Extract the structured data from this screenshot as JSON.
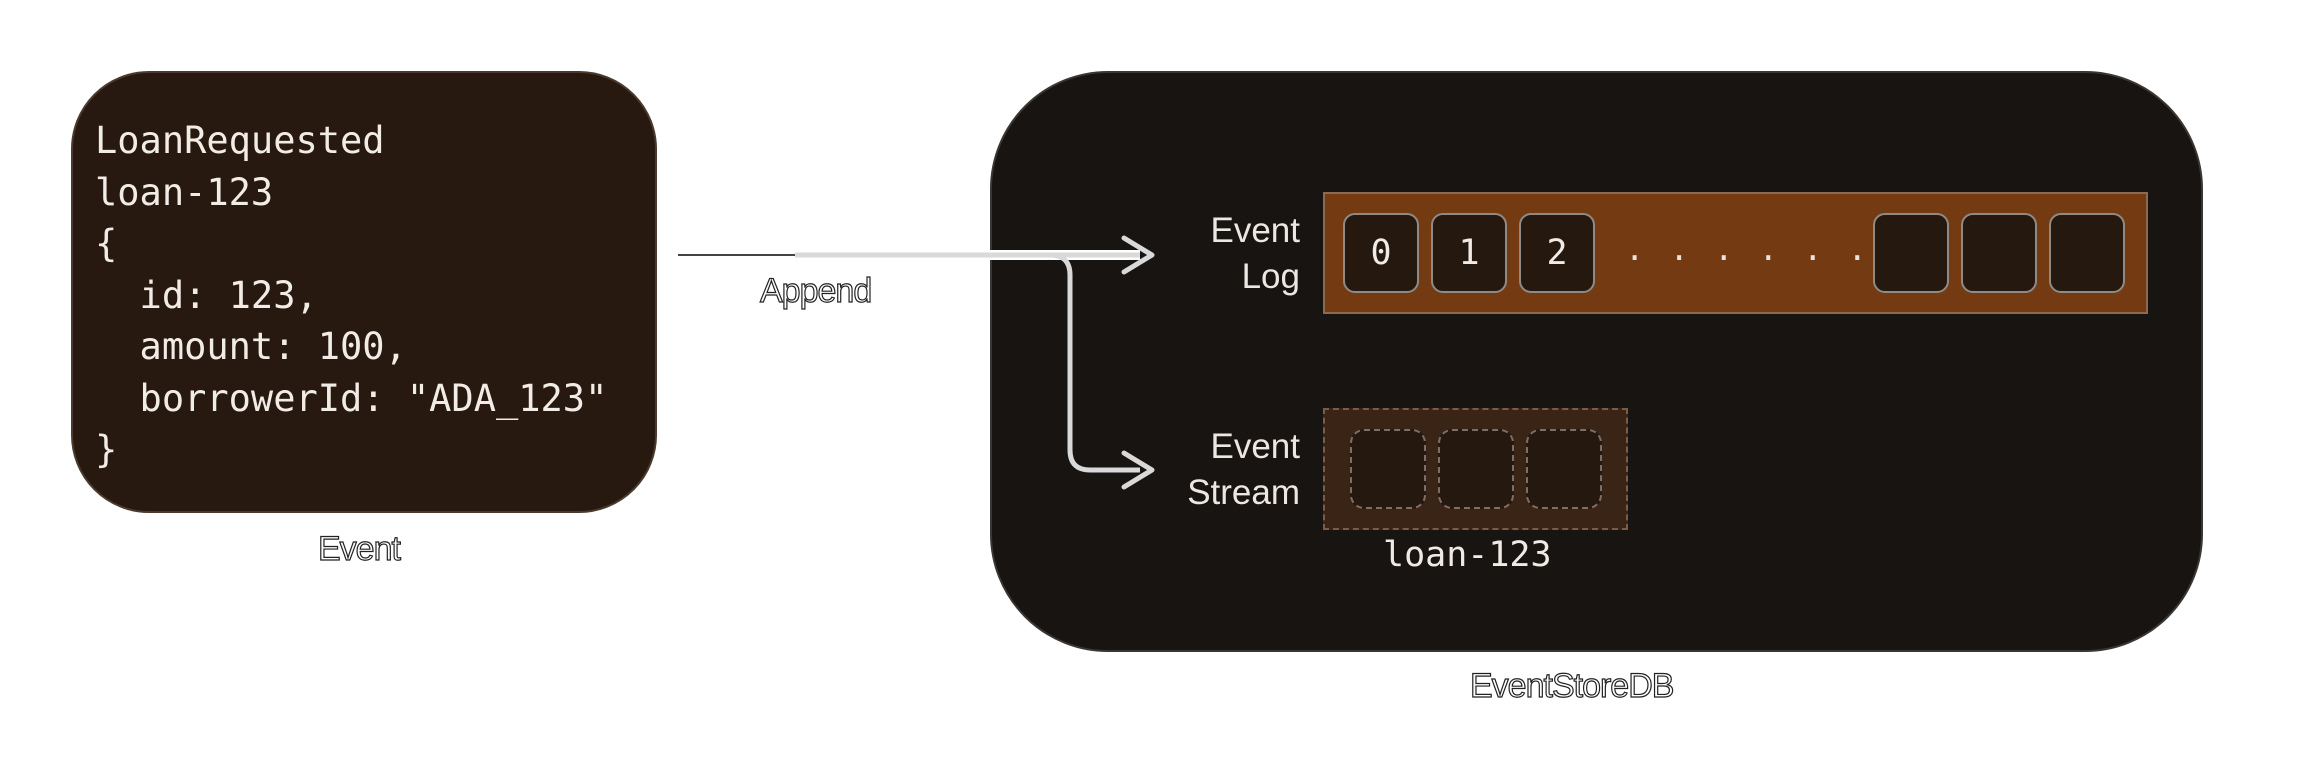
{
  "event": {
    "code_lines": [
      "LoanRequested",
      "loan-123",
      "{",
      "  id: 123,",
      "  amount: 100,",
      "  borrowerId: \"ADA_123\"",
      "}"
    ],
    "caption": "Event"
  },
  "arrow": {
    "label": "Append"
  },
  "store": {
    "caption": "EventStoreDB",
    "log": {
      "label_line1": "Event",
      "label_line2": "Log",
      "cells": [
        "0",
        "1",
        "2"
      ],
      "dots": ". . .  . . .  . . .",
      "trailing_empty_cells": 3
    },
    "stream": {
      "label_line1": "Event",
      "label_line2": "Stream",
      "empty_cells": 3,
      "name": "loan-123"
    }
  },
  "colors": {
    "event_card": "#27190f",
    "db_background": "#171412",
    "log_bar": "#743a12",
    "stream_bar": "#3a2416"
  }
}
